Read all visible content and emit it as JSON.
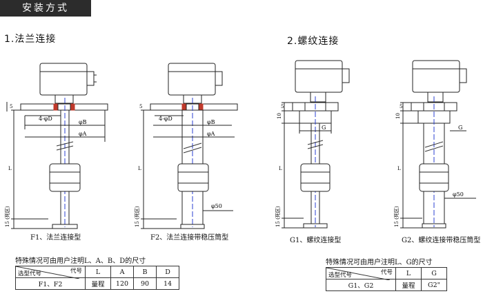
{
  "header": {
    "title": "安装方式"
  },
  "sections": {
    "flange": "1.法兰连接",
    "thread": "2.螺纹连接"
  },
  "dims": {
    "flange_holes": "4-φD",
    "flange_b": "φB",
    "flange_a": "φA",
    "l": "L",
    "dead_zone": "15 (死区)",
    "top5": "5",
    "f2_tube": "φ50",
    "thread_g": "G",
    "thread_10": "10",
    "thread_5": "5",
    "g2_tube": "φ50"
  },
  "captions": {
    "f1": "F1、法兰连接型",
    "f2": "F2、法兰连接带稳压筒型",
    "g1": "G1、螺纹连接型",
    "g2": "G2、螺纹连接带稳压筒型"
  },
  "flange_table": {
    "note": "特殊情况可由用户注明L、A、B、D的尺寸",
    "hdr_code": "代号",
    "hdr_type": "选型代号",
    "columns": [
      "L",
      "A",
      "B",
      "D"
    ],
    "row_label": "F1、F2",
    "row_values": [
      "量程",
      "120",
      "90",
      "14"
    ]
  },
  "thread_table": {
    "note": "特殊情况可由用户注明L、G的尺寸",
    "hdr_code": "代号",
    "hdr_type": "选型代号",
    "columns": [
      "L",
      "G"
    ],
    "row_label": "G1、G2",
    "row_values": [
      "量程",
      "G2\""
    ]
  }
}
